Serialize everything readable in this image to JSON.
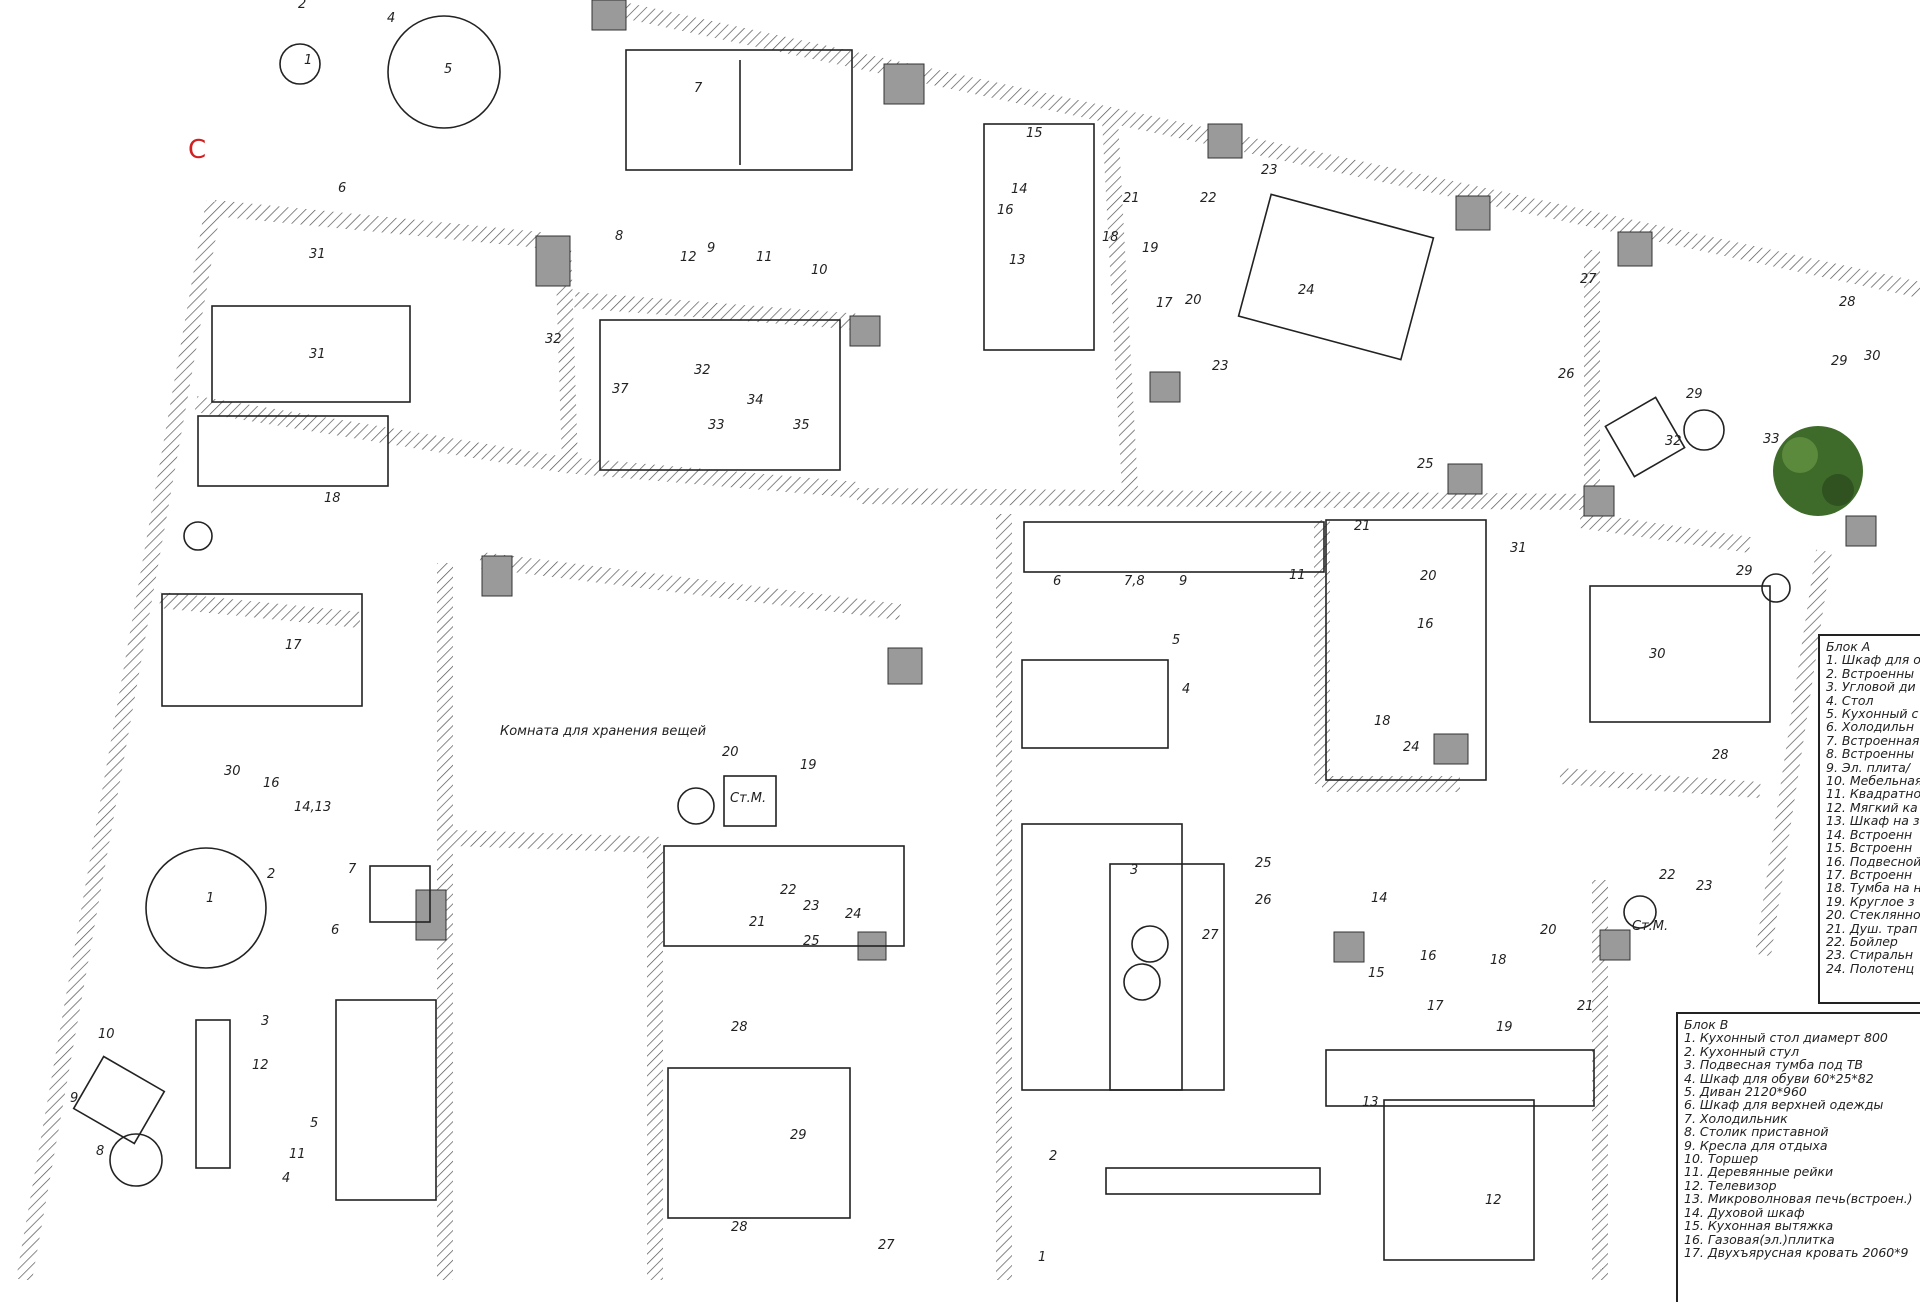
{
  "plan": {
    "storage_room_label": "Комната для хранения вещей",
    "washer_label_1": "Ст.М.",
    "washer_label_2": "Ст.М.",
    "section_mark": "С",
    "tags": [
      "1",
      "2",
      "4",
      "5",
      "7",
      "6",
      "31",
      "31",
      "8",
      "9",
      "12",
      "11",
      "10",
      "32",
      "37",
      "33",
      "34",
      "35",
      "18",
      "17",
      "30",
      "16",
      "14,13",
      "2",
      "1",
      "7",
      "6",
      "3",
      "12",
      "10",
      "9",
      "8",
      "11",
      "4",
      "5",
      "20",
      "19",
      "22",
      "21",
      "23",
      "24",
      "25",
      "28",
      "29",
      "28",
      "27",
      "2",
      "1",
      "5",
      "4",
      "3",
      "25",
      "26",
      "27",
      "6",
      "7,8",
      "9",
      "11",
      "21",
      "20",
      "16",
      "18",
      "24",
      "25",
      "31",
      "30",
      "28",
      "22",
      "23",
      "20",
      "21",
      "18",
      "16",
      "17",
      "19",
      "15",
      "14",
      "13",
      "12",
      "24",
      "23",
      "22",
      "21",
      "18",
      "19",
      "15",
      "14",
      "16",
      "13",
      "17",
      "20",
      "23",
      "27",
      "26",
      "28",
      "29",
      "30",
      "29",
      "32",
      "33",
      "29",
      "32"
    ]
  },
  "colors": {
    "wall_hatch": "#555555",
    "column": "#9a9a9a",
    "tree": "#3f6b2a",
    "section_mark": "#d22020"
  },
  "legend_a": {
    "title": "Блок А",
    "items": [
      "1. Шкаф для о",
      "2. Встроенны",
      "3. Угловой ди",
      "4. Стол",
      "5. Кухонный с",
      "6. Холодильн",
      "7. Встроенная",
      "8. Встроенны",
      "9. Эл. плита/",
      "10. Мебельная",
      "11. Квадратно",
      "12. Мягкий ка",
      "13. Шкаф на з",
      "14. Встроенн",
      "15. Встроенн",
      "16. Подвесной",
      "17. Встроенн",
      "18. Тумба на н",
      "19. Круглое з",
      "20. Стеклянно",
      "21. Душ. трап",
      "22. Бойлер",
      "23. Стиральн",
      "24. Полотенц"
    ]
  },
  "legend_b": {
    "title": "Блок В",
    "items": [
      "1. Кухонный стол диамерт 800",
      "2. Кухонный стул",
      "3. Подвесная тумба под ТВ",
      "4. Шкаф для обуви 60*25*82",
      "5. Диван 2120*960",
      "6. Шкаф для верхней одежды",
      "7. Холодильник",
      "8. Столик приставной",
      "9. Кресла для отдыха",
      "10. Торшер",
      "11. Деревянные рейки",
      "12. Телевизор",
      "13. Микроволновая печь(встроен.)",
      "14. Духовой шкаф",
      "15. Кухонная вытяжка",
      "16. Газовая(эл.)плитка",
      "17. Двухъярусная кровать 2060*9"
    ]
  }
}
